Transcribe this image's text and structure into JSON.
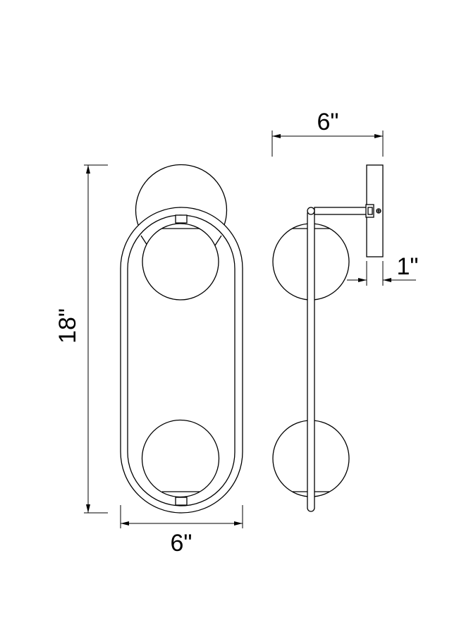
{
  "dimensions": {
    "height_label": "18\"",
    "front_width_label": "6\"",
    "side_depth_label": "6\"",
    "backplate_label": "1\""
  },
  "colors": {
    "line": "#000000",
    "background": "#ffffff"
  }
}
